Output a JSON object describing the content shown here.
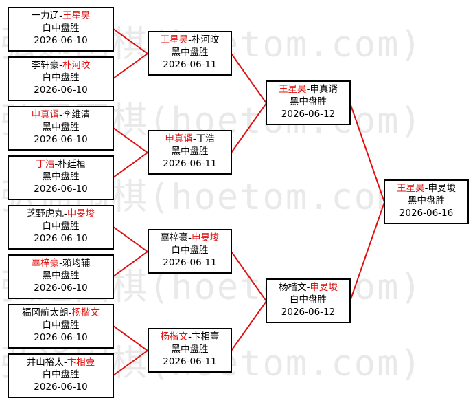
{
  "watermark": "弘通围棋(hoetom.com)",
  "colors": {
    "winner": "#e01010",
    "connector": "#e01010",
    "border": "#000000"
  },
  "round1": [
    {
      "p1": "一力辽",
      "sep": "-",
      "p2": "王星昊",
      "winner": 2,
      "result": "白中盘胜",
      "date": "2026-06-10"
    },
    {
      "p1": "李轩豪",
      "sep": "-",
      "p2": "朴河旼",
      "winner": 2,
      "result": "白中盘胜",
      "date": "2026-06-10"
    },
    {
      "p1": "申真谞",
      "sep": "-",
      "p2": "李维清",
      "winner": 1,
      "result": "黑中盘胜",
      "date": "2026-06-10"
    },
    {
      "p1": "丁浩",
      "sep": "-",
      "p2": "朴廷桓",
      "winner": 1,
      "result": "黑中盘胜",
      "date": "2026-06-10"
    },
    {
      "p1": "芝野虎丸",
      "sep": "-",
      "p2": "申旻埈",
      "winner": 2,
      "result": "白中盘胜",
      "date": "2026-06-10"
    },
    {
      "p1": "辜梓豪",
      "sep": "-",
      "p2": "赖均辅",
      "winner": 1,
      "result": "黑中盘胜",
      "date": "2026-06-10"
    },
    {
      "p1": "福冈航太朗",
      "sep": "-",
      "p2": "杨楷文",
      "winner": 2,
      "result": "白中盘胜",
      "date": "2026-06-10"
    },
    {
      "p1": "井山裕太",
      "sep": "-",
      "p2": "卞相壹",
      "winner": 2,
      "result": "白中盘胜",
      "date": "2026-06-10"
    }
  ],
  "round2": [
    {
      "p1": "王星昊",
      "sep": "-",
      "p2": "朴河旼",
      "winner": 1,
      "result": "黑中盘胜",
      "date": "2026-06-11"
    },
    {
      "p1": "申真谞",
      "sep": "-",
      "p2": "丁浩",
      "winner": 1,
      "result": "黑中盘胜",
      "date": "2026-06-11"
    },
    {
      "p1": "辜梓豪",
      "sep": "-",
      "p2": "申旻埈",
      "winner": 2,
      "result": "白中盘胜",
      "date": "2026-06-11"
    },
    {
      "p1": "杨楷文",
      "sep": "-",
      "p2": "卞相壹",
      "winner": 1,
      "result": "黑中盘胜",
      "date": "2026-06-11"
    }
  ],
  "round3": [
    {
      "p1": "王星昊",
      "sep": "-",
      "p2": "申真谞",
      "winner": 1,
      "result": "黑中盘胜",
      "date": "2026-06-12"
    },
    {
      "p1": "杨楷文",
      "sep": "-",
      "p2": "申旻埈",
      "winner": 2,
      "result": "白中盘胜",
      "date": "2026-06-12"
    }
  ],
  "final": [
    {
      "p1": "王星昊",
      "sep": "-",
      "p2": "申旻埈",
      "winner": 1,
      "result": "黑中盘胜",
      "date": "2026-06-16"
    }
  ]
}
